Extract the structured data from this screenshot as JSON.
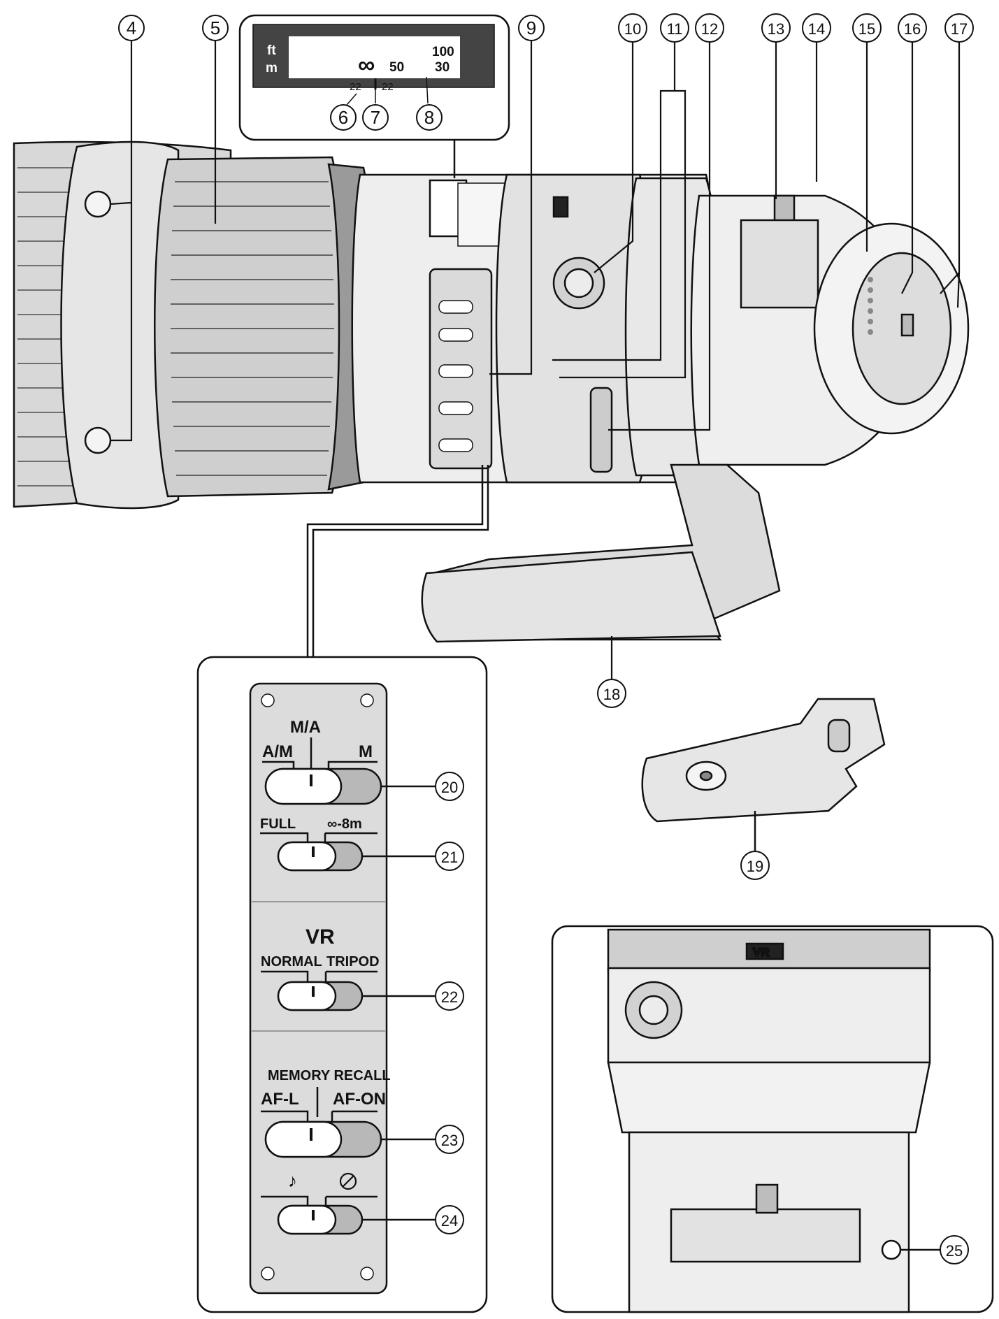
{
  "distance_scale": {
    "unit_ft": "ft",
    "unit_m": "m",
    "ft_value_100": "100",
    "m_value_50": "50",
    "m_value_30": "30",
    "infinity_mark": "∞",
    "index_left": "22",
    "index_right": "22"
  },
  "callouts": {
    "c4": "4",
    "c5": "5",
    "c6": "6",
    "c7": "7",
    "c8": "8",
    "c9": "9",
    "c10": "10",
    "c11": "11",
    "c12": "12",
    "c13": "13",
    "c14": "14",
    "c15": "15",
    "c16": "16",
    "c17": "17",
    "c18": "18",
    "c19": "19",
    "c20": "20",
    "c21": "21",
    "c22": "22",
    "c23": "23",
    "c24": "24",
    "c25": "25"
  },
  "switch_panel": {
    "focus_mode_top": "M/A",
    "focus_mode_left": "A/M",
    "focus_mode_right": "M",
    "limit_left": "FULL",
    "limit_right": "∞-8m",
    "vr_title": "VR",
    "vr_left": "NORMAL",
    "vr_right": "TRIPOD",
    "memory_title": "MEMORY RECALL",
    "memory_left": "AF-L",
    "memory_right": "AF-ON",
    "beep_on_icon": "music-note-icon",
    "beep_off_icon": "beep-off-icon"
  },
  "inset_bottom": {
    "vr_badge": "VR"
  },
  "colors": {
    "line": "#111111",
    "lens_body": "#ebebeb",
    "lens_shade": "#d4d4d4",
    "panel": "#dcdcdc",
    "switch_fill": "#ffffff",
    "switch_shadow": "#b8b8b8"
  }
}
